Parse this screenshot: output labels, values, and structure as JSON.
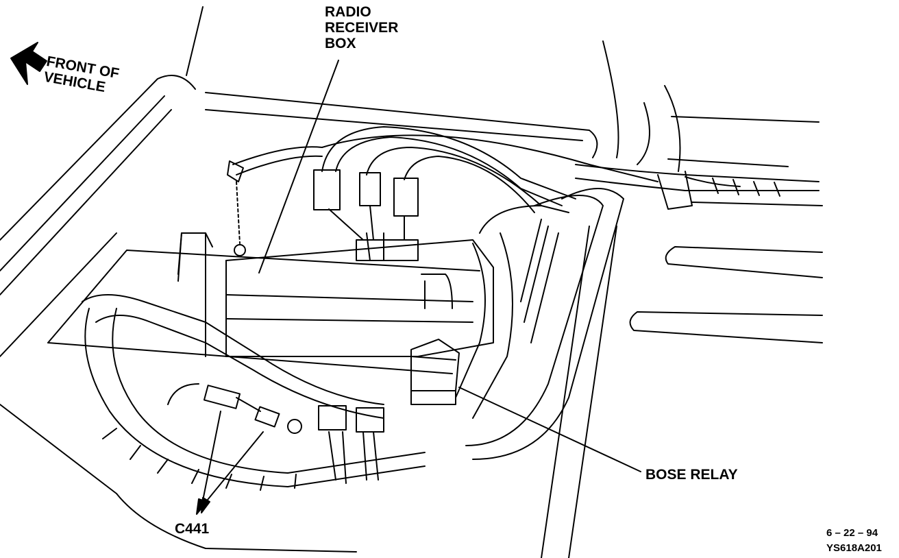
{
  "labels": {
    "radio_line1": "RADIO",
    "radio_line2": "RECEIVER",
    "radio_line3": "BOX",
    "front_line1": "FRONT OF",
    "front_line2": "VEHICLE",
    "bose_relay": "BOSE RELAY",
    "connector": "C441",
    "date": "6 – 22 – 94",
    "figure_id": "YS618A201"
  },
  "colors": {
    "ink": "#000000",
    "paper": "#ffffff"
  }
}
